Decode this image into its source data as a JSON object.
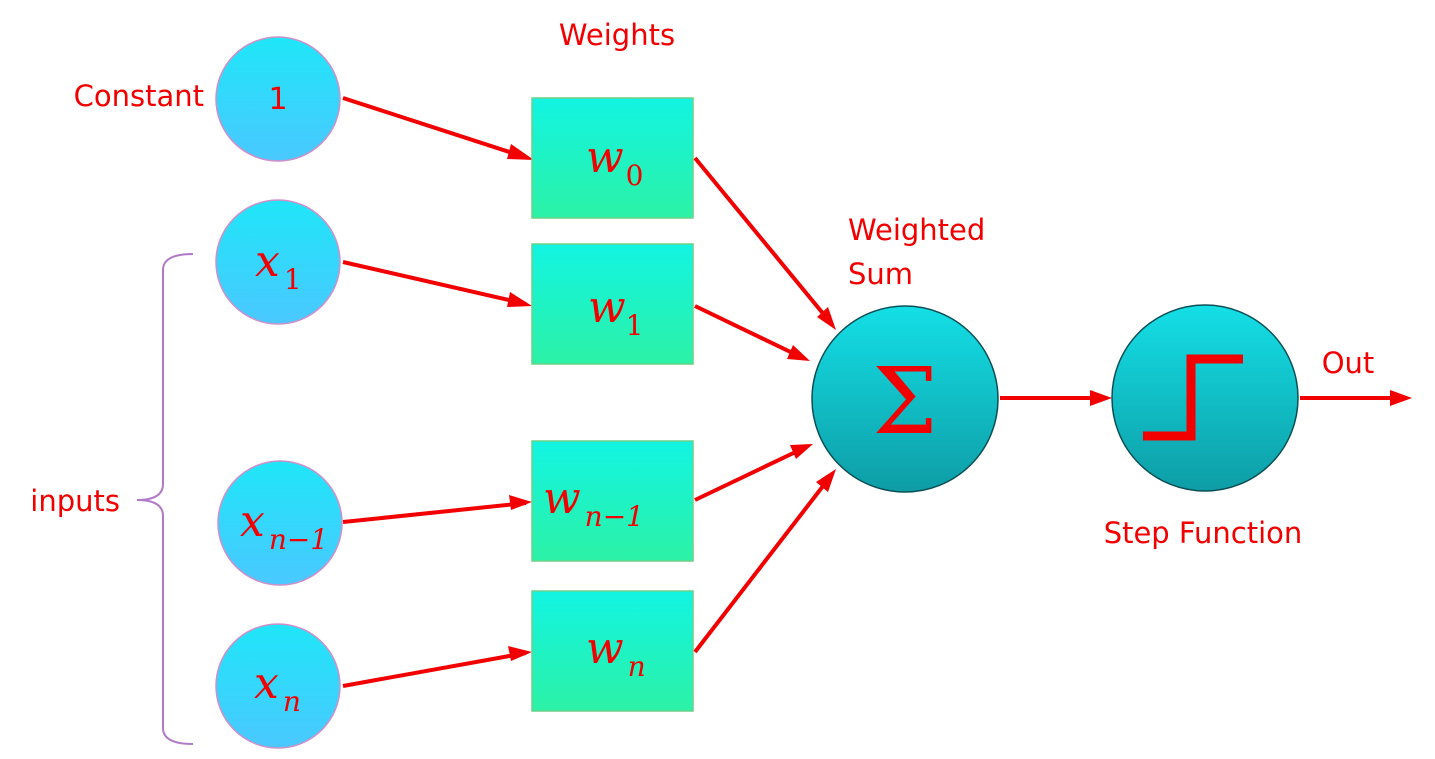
{
  "labels": {
    "weights": "Weights",
    "constant": "Constant",
    "inputs": "inputs",
    "weighted_sum_line1": "Weighted",
    "weighted_sum_line2": "Sum",
    "step_function": "Step Function",
    "out": "Out"
  },
  "inputs": [
    {
      "main": "1",
      "sub": ""
    },
    {
      "main": "x",
      "sub": "1"
    },
    {
      "main": "x",
      "sub": "n−1"
    },
    {
      "main": "x",
      "sub": "n"
    }
  ],
  "weights": [
    {
      "main": "w",
      "sub": "0"
    },
    {
      "main": "w",
      "sub": "1"
    },
    {
      "main": "w",
      "sub": "n−1"
    },
    {
      "main": "w",
      "sub": "n"
    }
  ],
  "summation_symbol": "Σ",
  "colors": {
    "arrow": "#f20000",
    "text": "#f20000",
    "input_node": "#33d4f5",
    "weight_box": "#19f5cf",
    "sum_node": "#14b8bf",
    "brace": "#b07ac8"
  },
  "icons": {
    "step": "step-function-icon"
  }
}
